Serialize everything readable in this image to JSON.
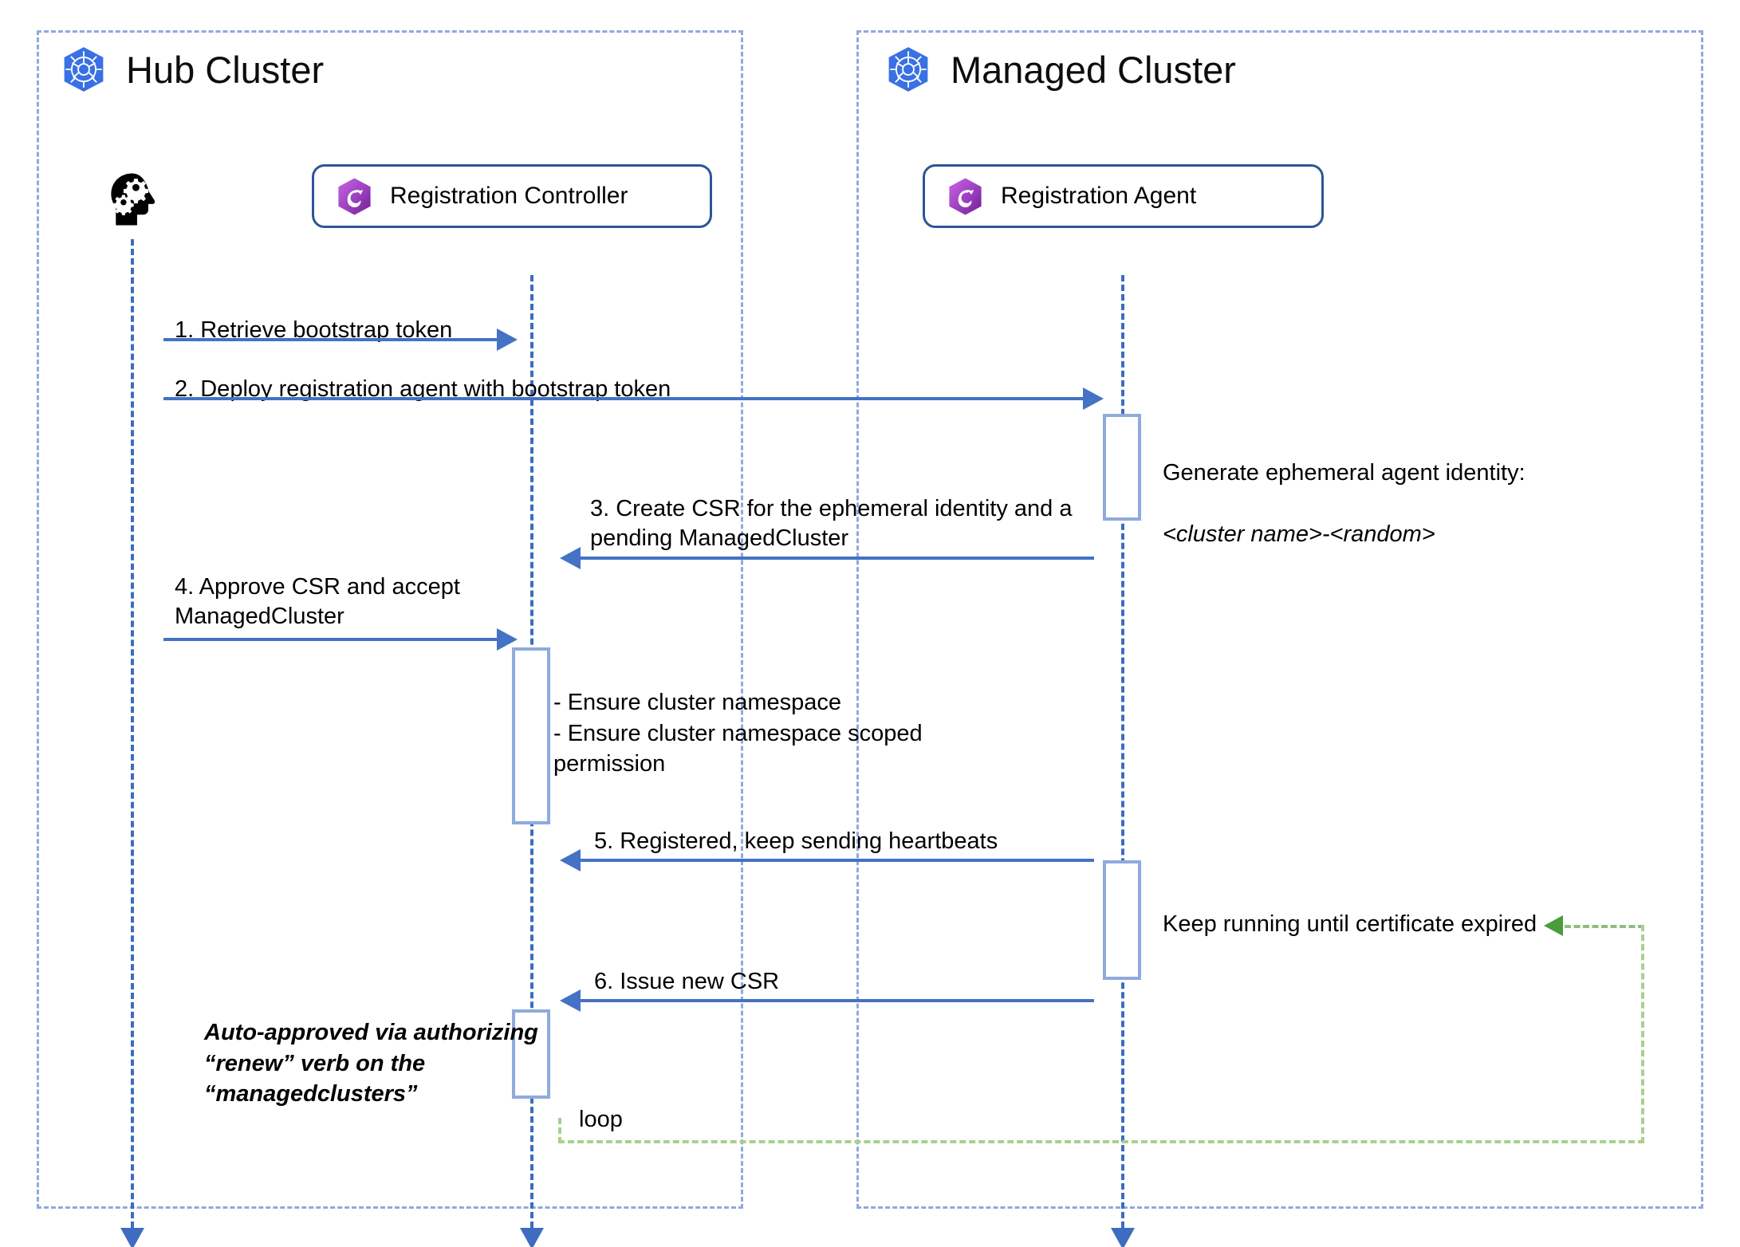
{
  "diagram": {
    "type": "sequence-diagram",
    "title": "OCM Cluster Registration Flow"
  },
  "clusters": [
    {
      "id": "hub",
      "title": "Hub Cluster",
      "icon": "kubernetes-icon"
    },
    {
      "id": "managed",
      "title": "Managed Cluster",
      "icon": "kubernetes-icon"
    }
  ],
  "participants": [
    {
      "id": "actor",
      "label": "",
      "icon": "head-with-gears-icon"
    },
    {
      "id": "registration-controller",
      "label": "Registration Controller",
      "icon": "ocm-logo-icon"
    },
    {
      "id": "registration-agent",
      "label": "Registration Agent",
      "icon": "ocm-logo-icon"
    }
  ],
  "messages": [
    {
      "number": "1",
      "label": "1. Retrieve bootstrap token",
      "from": "actor",
      "to": "registration-controller",
      "direction": "right"
    },
    {
      "number": "2",
      "label": "2. Deploy registration agent with bootstrap token",
      "from": "actor",
      "to": "registration-agent",
      "direction": "right"
    },
    {
      "number": "3",
      "label": "3. Create CSR for the ephemeral identity and a\npending ManagedCluster",
      "from": "registration-agent",
      "to": "registration-controller",
      "direction": "left"
    },
    {
      "number": "4",
      "label": "4. Approve CSR and accept\nManagedCluster",
      "from": "actor",
      "to": "registration-controller",
      "direction": "right"
    },
    {
      "number": "5",
      "label": "5. Registered, keep sending heartbeats",
      "from": "registration-agent",
      "to": "registration-controller",
      "direction": "left"
    },
    {
      "number": "6",
      "label": "6. Issue new CSR",
      "from": "registration-agent",
      "to": "registration-controller",
      "direction": "left"
    }
  ],
  "notes": {
    "ephemeral_identity_line1": "Generate ephemeral agent identity:",
    "ephemeral_identity_line2": "<cluster name>-<random>",
    "cluster_namespace": "- Ensure cluster namespace\n- Ensure cluster namespace scoped\n   permission",
    "keep_running": "Keep running until certificate expired",
    "auto_approved": "Auto-approved via authorizing\n“renew” verb on the\n“managedclusters”"
  },
  "loop": {
    "label": "loop",
    "color": "#a9d08e"
  },
  "colors": {
    "cluster_border": "#8faadc",
    "participant_border": "#2e5596",
    "lifeline": "#3d6cc0",
    "message_arrow": "#4472c4",
    "activation_border": "#8faadc",
    "loop_dashed": "#a9d08e",
    "loop_arrow": "#4c9c3c",
    "kubernetes_blue": "#3970e4",
    "ocm_purple": "#a04fc0",
    "text": "#000000"
  }
}
